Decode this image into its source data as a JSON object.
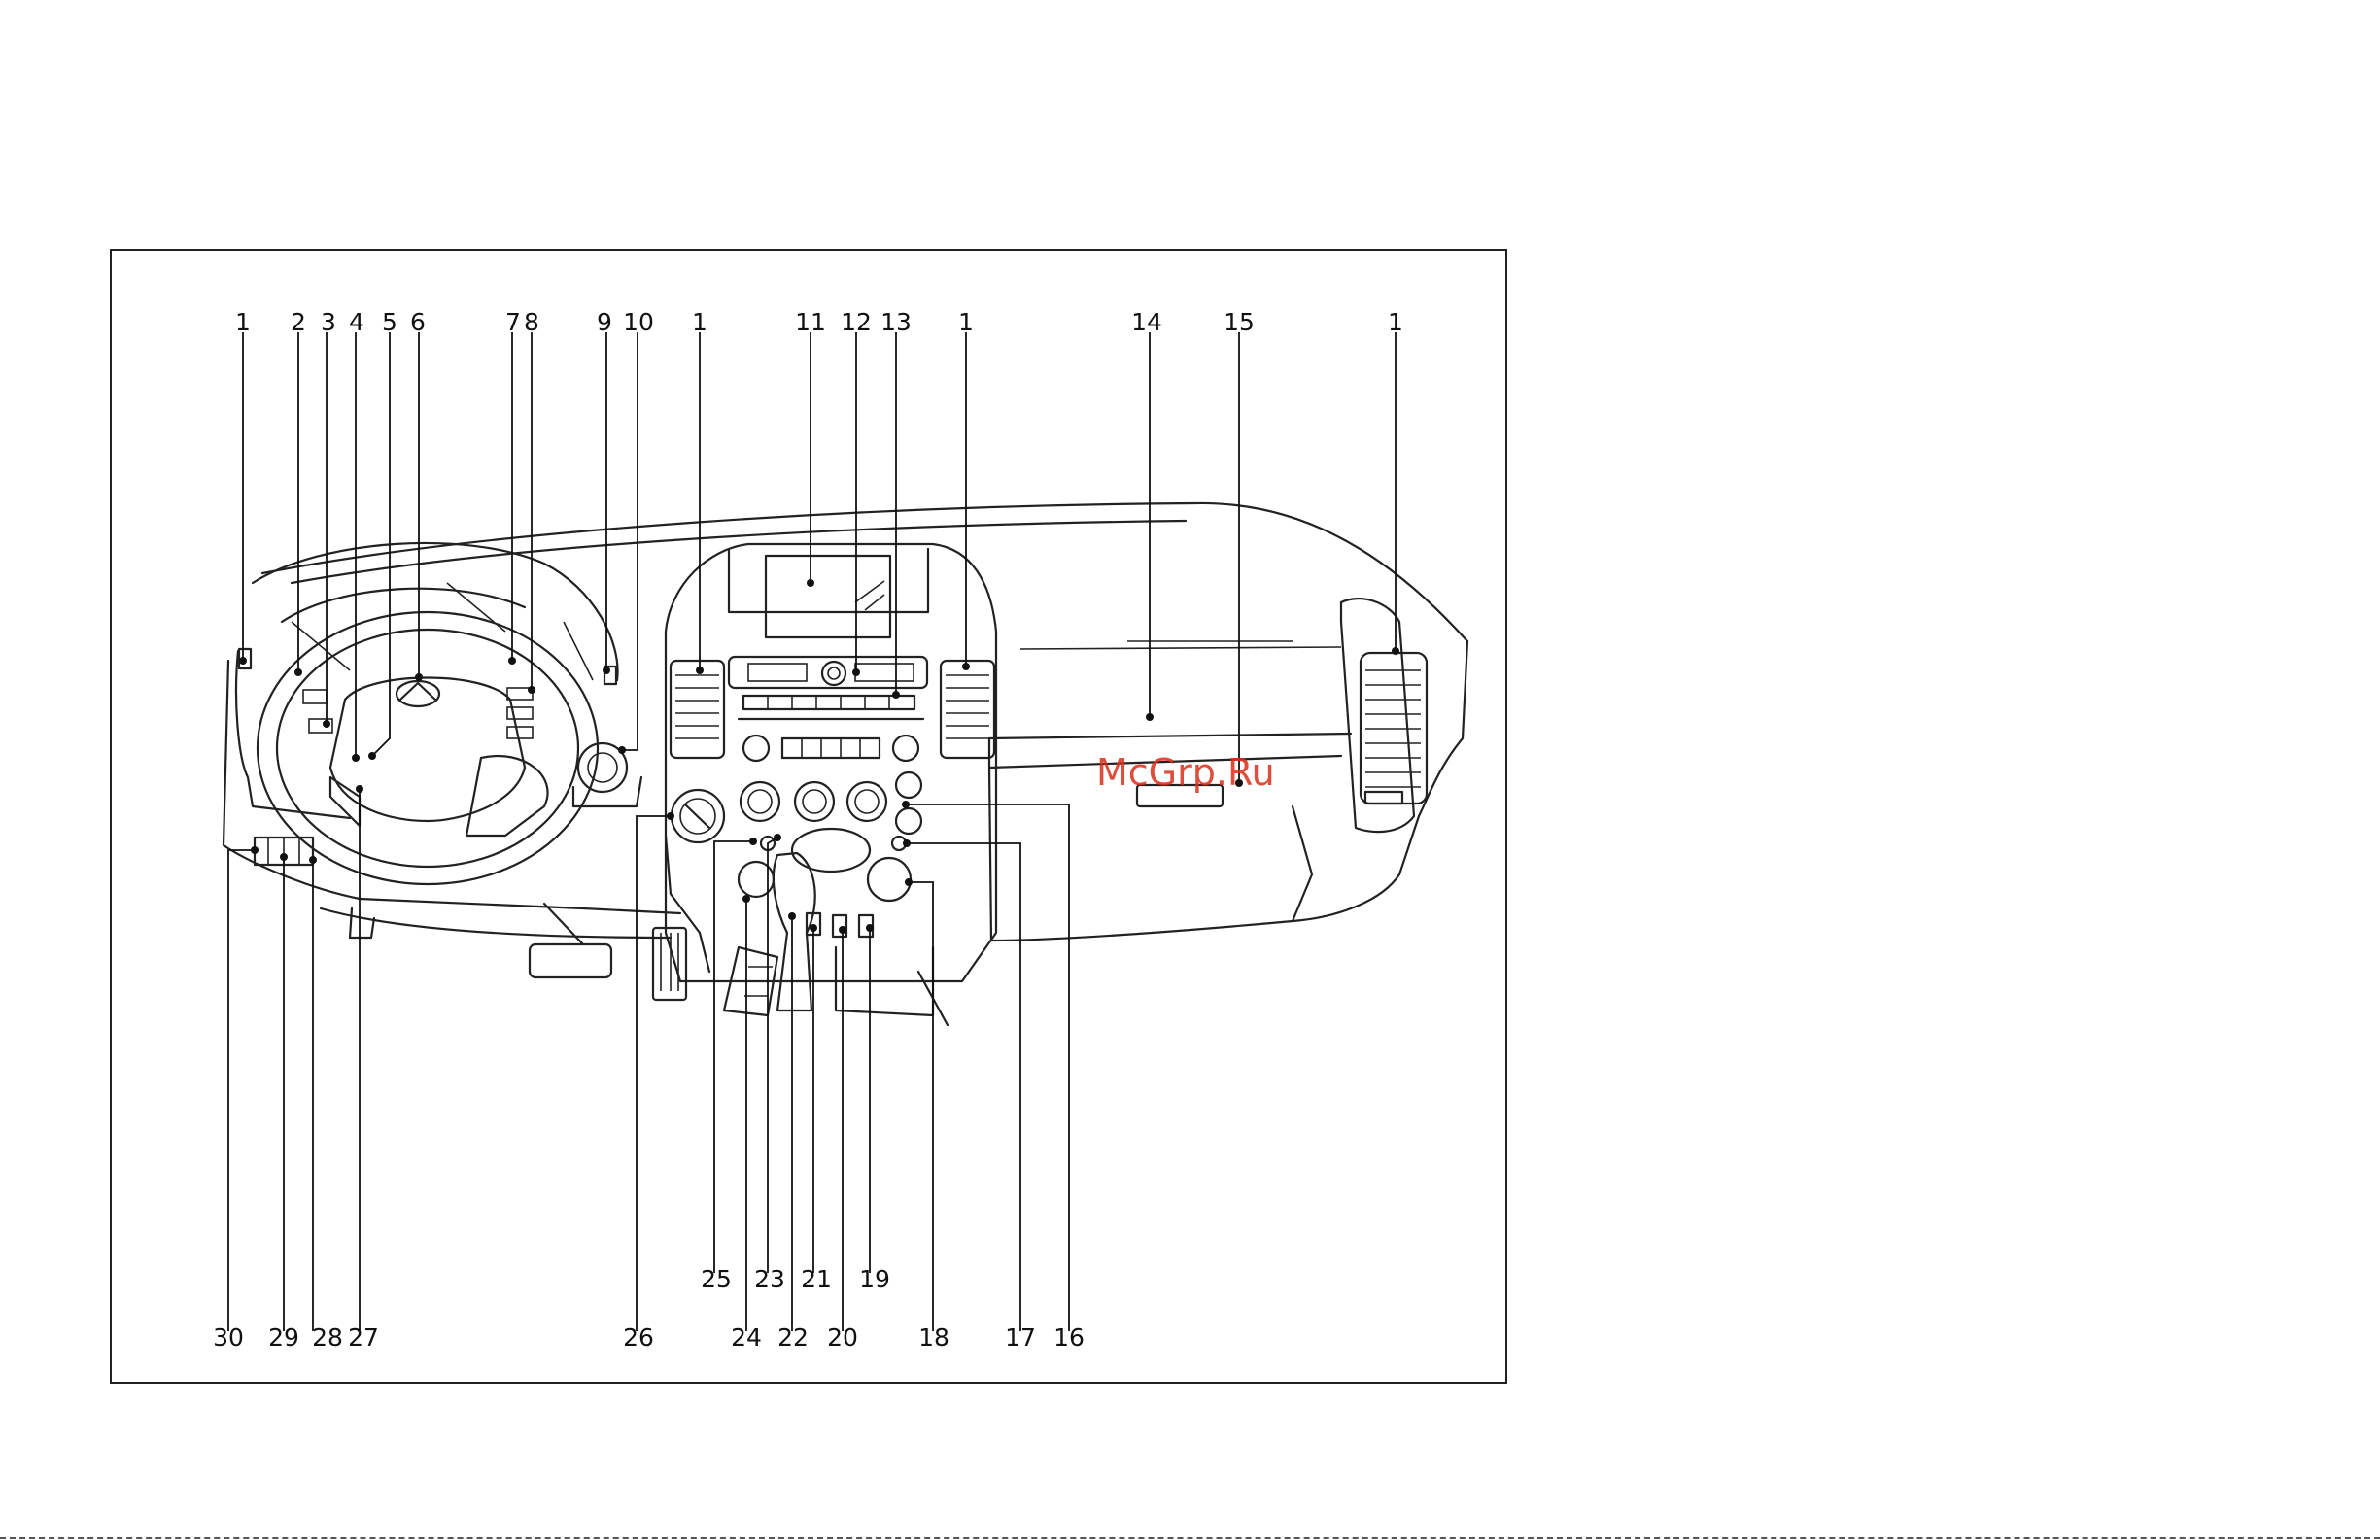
{
  "watermark": "McGrp.Ru",
  "callouts_top": [
    "1",
    "2",
    "3",
    "4",
    "5",
    "6",
    "7",
    "8",
    "9",
    "10",
    "1",
    "11",
    "12",
    "13",
    "1",
    "14",
    "15",
    "1"
  ],
  "callouts_bottom_row1": [
    "25",
    "23",
    "21",
    "19"
  ],
  "callouts_bottom_row2": [
    "30",
    "29",
    "28",
    "27",
    "26",
    "24",
    "22",
    "20",
    "18",
    "17",
    "16"
  ]
}
